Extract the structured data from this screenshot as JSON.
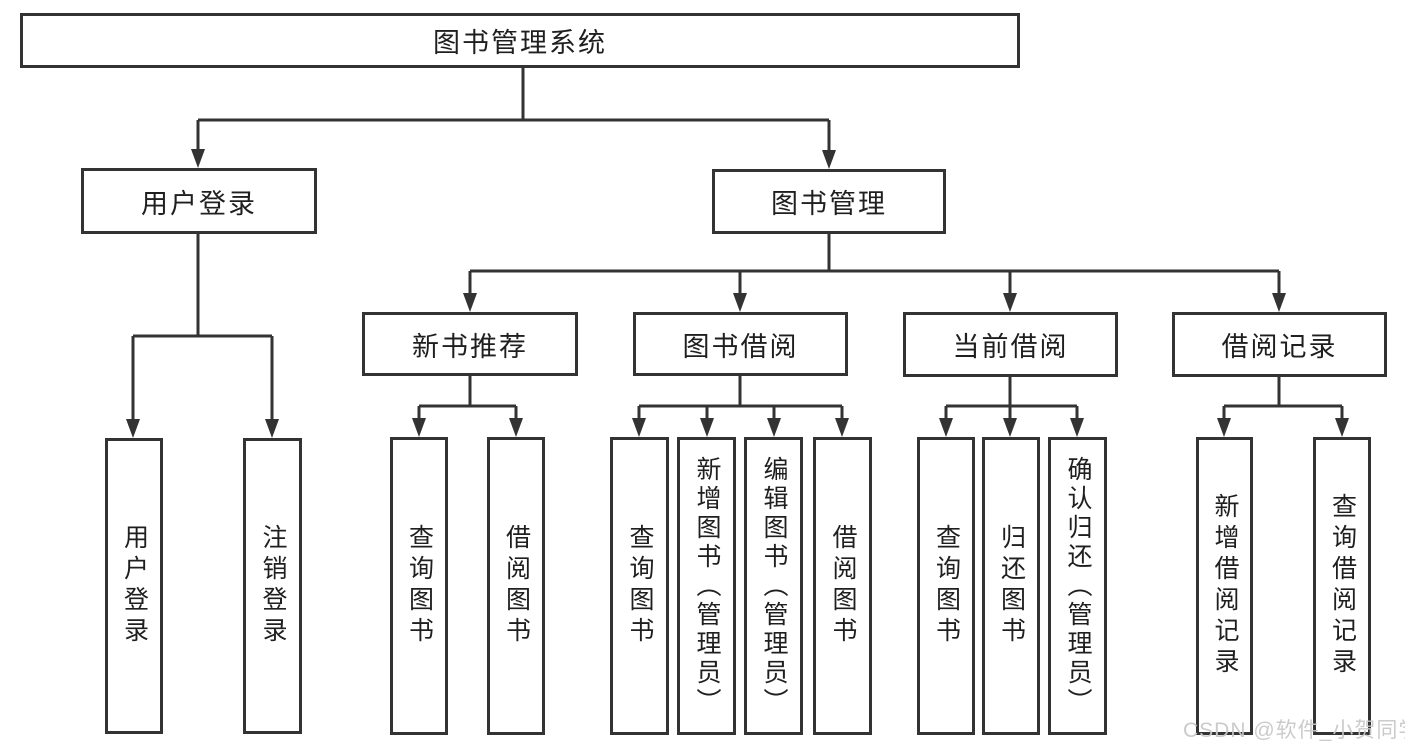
{
  "diagram": {
    "root": {
      "label": "图书管理系统"
    },
    "level2": [
      {
        "label": "用户登录",
        "parent": "图书管理系统"
      },
      {
        "label": "图书管理",
        "parent": "图书管理系统"
      }
    ],
    "level3": [
      {
        "label": "新书推荐",
        "parent": "图书管理"
      },
      {
        "label": "图书借阅",
        "parent": "图书管理"
      },
      {
        "label": "当前借阅",
        "parent": "图书管理"
      },
      {
        "label": "借阅记录",
        "parent": "图书管理"
      }
    ],
    "leaves": [
      {
        "label": "用户登录",
        "parent": "用户登录"
      },
      {
        "label": "注销登录",
        "parent": "用户登录"
      },
      {
        "label": "查询图书",
        "parent": "新书推荐"
      },
      {
        "label": "借阅图书",
        "parent": "新书推荐"
      },
      {
        "label": "查询图书",
        "parent": "图书借阅"
      },
      {
        "label": "新增图书（管理员）",
        "parent": "图书借阅"
      },
      {
        "label": "编辑图书（管理员）",
        "parent": "图书借阅"
      },
      {
        "label": "借阅图书",
        "parent": "图书借阅"
      },
      {
        "label": "查询图书",
        "parent": "当前借阅"
      },
      {
        "label": "归还图书",
        "parent": "当前借阅"
      },
      {
        "label": "确认归还（管理员）",
        "parent": "当前借阅"
      },
      {
        "label": "新增借阅记录",
        "parent": "借阅记录"
      },
      {
        "label": "查询借阅记录",
        "parent": "借阅记录"
      }
    ]
  },
  "colors": {
    "line": "#333333",
    "box_border": "#333333",
    "text": "#1f1f1f",
    "watermark": "#c8c8c8"
  },
  "watermark": {
    "text": "CSDN @软件_小贺同学"
  }
}
